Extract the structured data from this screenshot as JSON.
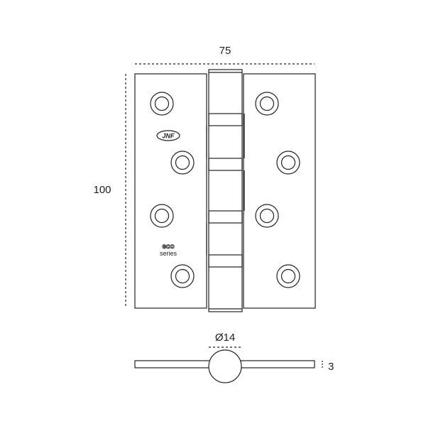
{
  "dimensions": {
    "width_label": "75",
    "height_label": "100",
    "knuckle_diameter_label": "Ø14",
    "leaf_thickness_label": "3"
  },
  "markings": {
    "brand": "JNF",
    "series_line1": "eco",
    "series_line2": "series"
  },
  "colors": {
    "line": "#222222",
    "background": "#ffffff"
  }
}
